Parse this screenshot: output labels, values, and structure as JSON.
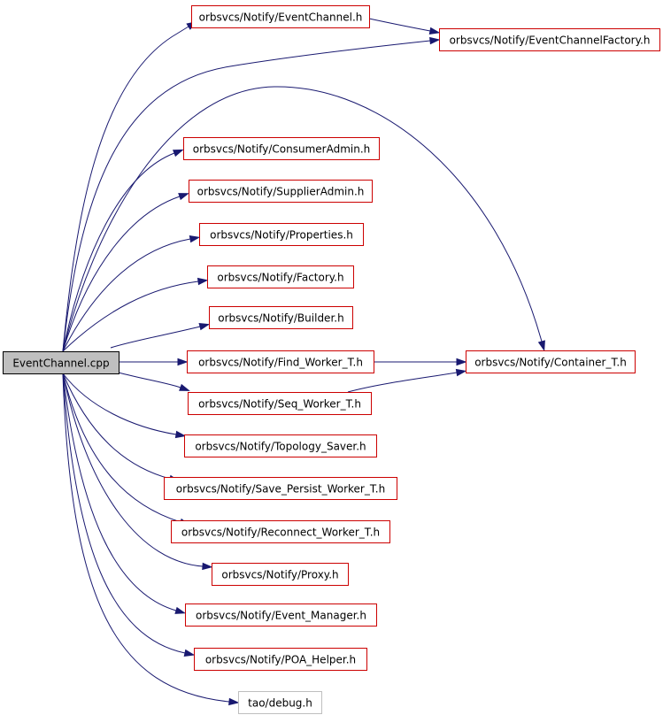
{
  "colors": {
    "edge": "#191970",
    "root_fill": "#bfbfbf",
    "root_border": "#000000",
    "node_border": "#cc0000",
    "external_border": "#bfbfbf",
    "background": "#ffffff"
  },
  "nodes": [
    {
      "id": "root",
      "label": "EventChannel.cpp",
      "kind": "root"
    },
    {
      "id": "event_channel_h",
      "label": "orbsvcs/Notify/EventChannel.h",
      "kind": "header"
    },
    {
      "id": "event_channel_factory_h",
      "label": "orbsvcs/Notify/EventChannelFactory.h",
      "kind": "header"
    },
    {
      "id": "consumer_admin_h",
      "label": "orbsvcs/Notify/ConsumerAdmin.h",
      "kind": "header"
    },
    {
      "id": "supplier_admin_h",
      "label": "orbsvcs/Notify/SupplierAdmin.h",
      "kind": "header"
    },
    {
      "id": "properties_h",
      "label": "orbsvcs/Notify/Properties.h",
      "kind": "header"
    },
    {
      "id": "factory_h",
      "label": "orbsvcs/Notify/Factory.h",
      "kind": "header"
    },
    {
      "id": "builder_h",
      "label": "orbsvcs/Notify/Builder.h",
      "kind": "header"
    },
    {
      "id": "find_worker_h",
      "label": "orbsvcs/Notify/Find_Worker_T.h",
      "kind": "header"
    },
    {
      "id": "container_h",
      "label": "orbsvcs/Notify/Container_T.h",
      "kind": "header"
    },
    {
      "id": "seq_worker_h",
      "label": "orbsvcs/Notify/Seq_Worker_T.h",
      "kind": "header"
    },
    {
      "id": "topology_saver_h",
      "label": "orbsvcs/Notify/Topology_Saver.h",
      "kind": "header"
    },
    {
      "id": "save_persist_h",
      "label": "orbsvcs/Notify/Save_Persist_Worker_T.h",
      "kind": "header"
    },
    {
      "id": "reconnect_h",
      "label": "orbsvcs/Notify/Reconnect_Worker_T.h",
      "kind": "header"
    },
    {
      "id": "proxy_h",
      "label": "orbsvcs/Notify/Proxy.h",
      "kind": "header"
    },
    {
      "id": "event_manager_h",
      "label": "orbsvcs/Notify/Event_Manager.h",
      "kind": "header"
    },
    {
      "id": "poa_helper_h",
      "label": "orbsvcs/Notify/POA_Helper.h",
      "kind": "header"
    },
    {
      "id": "tao_debug_h",
      "label": "tao/debug.h",
      "kind": "external"
    }
  ],
  "edges": [
    {
      "from": "root",
      "to": "event_channel_h"
    },
    {
      "from": "root",
      "to": "event_channel_factory_h"
    },
    {
      "from": "root",
      "to": "container_h"
    },
    {
      "from": "root",
      "to": "consumer_admin_h"
    },
    {
      "from": "root",
      "to": "supplier_admin_h"
    },
    {
      "from": "root",
      "to": "properties_h"
    },
    {
      "from": "root",
      "to": "factory_h"
    },
    {
      "from": "root",
      "to": "builder_h"
    },
    {
      "from": "root",
      "to": "find_worker_h"
    },
    {
      "from": "root",
      "to": "seq_worker_h"
    },
    {
      "from": "root",
      "to": "topology_saver_h"
    },
    {
      "from": "root",
      "to": "save_persist_h"
    },
    {
      "from": "root",
      "to": "reconnect_h"
    },
    {
      "from": "root",
      "to": "proxy_h"
    },
    {
      "from": "root",
      "to": "event_manager_h"
    },
    {
      "from": "root",
      "to": "poa_helper_h"
    },
    {
      "from": "root",
      "to": "tao_debug_h"
    },
    {
      "from": "event_channel_h",
      "to": "event_channel_factory_h"
    },
    {
      "from": "find_worker_h",
      "to": "container_h"
    },
    {
      "from": "seq_worker_h",
      "to": "container_h"
    }
  ]
}
